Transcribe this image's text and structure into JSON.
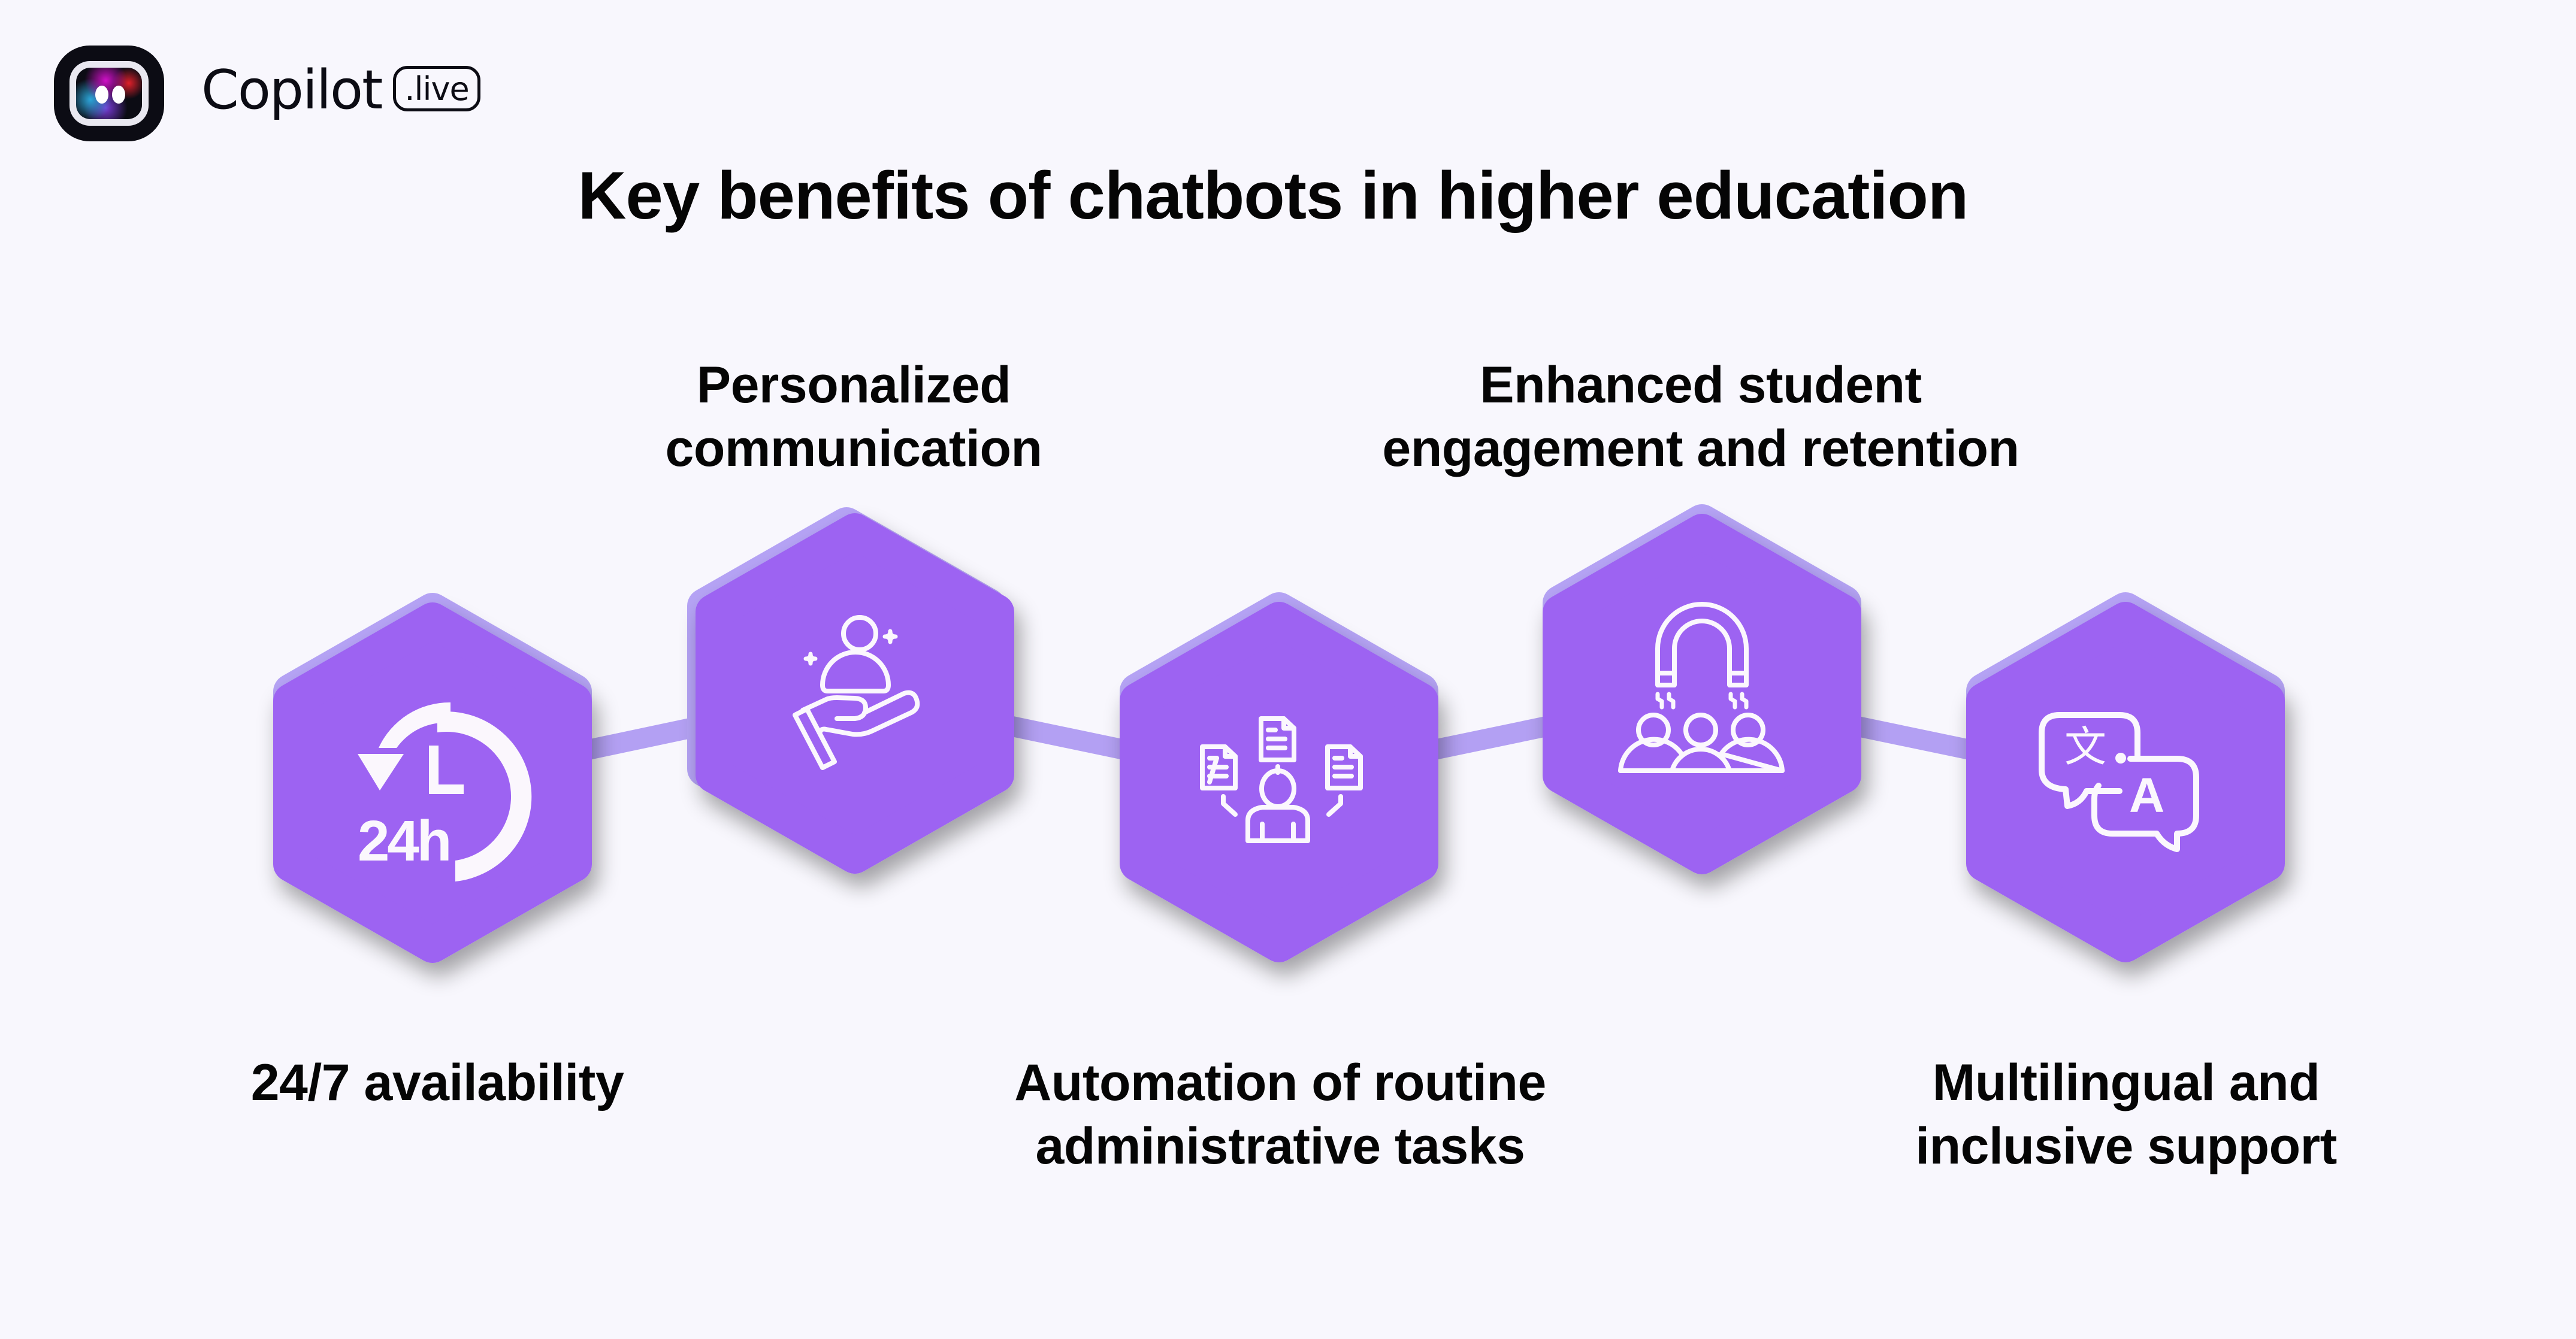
{
  "brand": {
    "name": "Copilot",
    "badge": ".live",
    "icon": "copilot-logo-icon"
  },
  "title": "Key benefits of chatbots in higher education",
  "colors": {
    "background": "#F8F7FD",
    "hexagon_fill": "#9D63F2",
    "hexagon_back": "#B5A3F5",
    "connector": "#B3A0F3",
    "icon_stroke": "#FBF7FD",
    "text": "#050505"
  },
  "benefits": [
    {
      "label_lines": [
        "24/7 availability"
      ],
      "label_position": "below",
      "icon": "clock-24h-icon"
    },
    {
      "label_lines": [
        "Personalized",
        "communication"
      ],
      "label_position": "above",
      "icon": "hand-holding-person-icon"
    },
    {
      "label_lines": [
        "Automation of routine",
        "administrative tasks"
      ],
      "label_position": "below",
      "icon": "person-with-documents-icon"
    },
    {
      "label_lines": [
        "Enhanced student",
        "engagement and retention"
      ],
      "label_position": "above",
      "icon": "magnet-attracting-people-icon"
    },
    {
      "label_lines": [
        "Multilingual and",
        "inclusive support"
      ],
      "label_position": "below",
      "icon": "translate-speech-bubbles-icon"
    }
  ],
  "icon_text": {
    "clock_label": "24h",
    "translate_source_glyph": "文",
    "translate_target_glyph": "A"
  }
}
